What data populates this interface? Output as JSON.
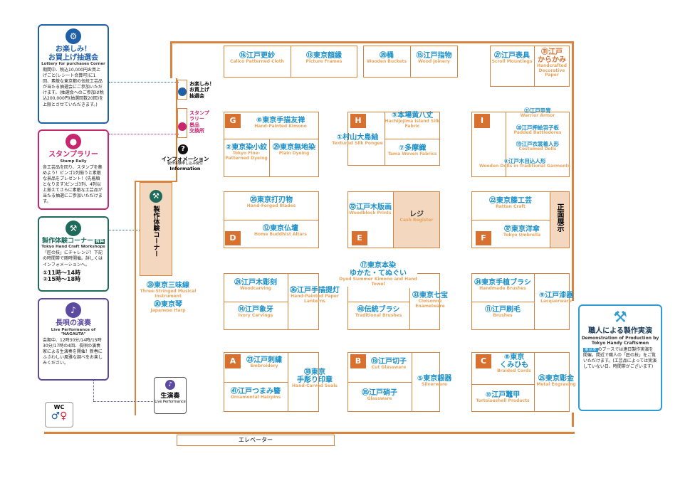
{
  "colors": {
    "wall": "#d9833f",
    "booth_label": "#1a8fc7",
    "booth_en": "#e8a45c",
    "lottery": "#1f5fa8",
    "stamp": "#c8256e",
    "workshop": "#1e6b5c",
    "nagauta": "#5b4aa0",
    "demo": "#2f9bd4",
    "letter_bg": "#d8702f"
  },
  "sidebar": {
    "lottery": {
      "icon": "lottery-drum-icon",
      "title1": "お楽しみ！",
      "title2": "お買上げ抽選会",
      "sub": "Lottery for purchases Corner",
      "body": "期間中、税込10,000円お買上げごと(レシート合算可)に1回、素敵な東京都の伝統工芸品が当たる抽選会にご参加いただけます。(抽選会へのご参加は税込200,000円(抽選回数20回)を上限とさせていただきます。)"
    },
    "stamp": {
      "icon": "stamp-icon",
      "title": "スタンプラリー",
      "sub": "Stamp Rally",
      "body": "各工芸品を回り、スタンプを集めよう！ビンゴ1列揃うと素敵な景品をプレゼント！(先着順となります)ビンゴ3列、4列以上揃えてさらに素敵な工芸品が当たる抽選にご参加いただけます。"
    },
    "workshop": {
      "icon": "hammer-icon",
      "title": "製作体験コーナー",
      "tag": "有料",
      "sub": "Tokyo Hand Craft Workshops",
      "body": "「匠の技」にチャレンジ！下記の時間帯で随時開催。詳しくはインフォメーションへ。",
      "time1": "①11時～14時",
      "time2": "②15時～18時"
    },
    "nagauta": {
      "icon": "music-note-icon",
      "title": "長唄の演奏",
      "sub": "Live Performance of \"NAGAUTA\"",
      "body": "会期中、12時30分/14時/15時30分/17時の4回、長唄の演奏家による生演奏を開催！新春にふさわしい風雅な調べをお楽しみください。"
    },
    "wc": {
      "label": "WC"
    }
  },
  "left_markers": {
    "lottery_label": [
      "お楽しみ！",
      "お買上げ",
      "抽選会"
    ],
    "stamp_label": [
      "スタンプ",
      "ラリー",
      "景品",
      "交換所"
    ],
    "info_label": "インフォメーション",
    "info_sub": "製作体験申し込み受付",
    "info_en": "Information"
  },
  "workshop_area": {
    "label": "製作体験コーナー"
  },
  "live": {
    "label": "生演奏",
    "en": "Live Performance"
  },
  "elevator": {
    "label": "エレベーター"
  },
  "booths": {
    "b16": {
      "jp": "⑯江戸更紗",
      "en": "Calico Patterned Cloth"
    },
    "b13": {
      "jp": "⑬東京額縁",
      "en": "Picture Frames"
    },
    "b39": {
      "jp": "㊴桶",
      "en": "Wooden Buckets"
    },
    "b15": {
      "jp": "⑮江戸指物",
      "en": "Wood Joinery"
    },
    "b27": {
      "jp": "㉗江戸表具",
      "en": "Scroll Mountings"
    },
    "b31": {
      "jp1": "㉛江戸",
      "jp2": "からかみ",
      "en": "Handcrafted Decorative Paper"
    },
    "b6": {
      "jp": "⑥東京手描友禅",
      "en": "Hand-Painted Kimono"
    },
    "b2": {
      "jp": "②東京染小紋",
      "en": "Tokyo Fine-Patterned Dyeing"
    },
    "b29": {
      "jp": "㉙東京無地染",
      "en": "Plain Dyeing"
    },
    "b3": {
      "jp": "③本場黄八丈",
      "en": "Hachijojima Island Silk Fabric"
    },
    "b1": {
      "jp": "①村山大島紬",
      "en": "Textured Silk Pongee"
    },
    "b7": {
      "jp": "⑦多摩織",
      "en": "Tama Woven Fabrics"
    },
    "b21": {
      "jp": "㉑江戸甲冑",
      "en": "Warrior Armor"
    },
    "b20": {
      "jp": "⑳江戸押絵羽子板",
      "en": "Padded Battledores"
    },
    "b19": {
      "jp": "⑲江戸衣裳着人形",
      "en": "Costumed Dolls"
    },
    "b4": {
      "jp": "④江戸木目込人形",
      "en": "Wooden Dolls in Traditional Garments"
    },
    "b26": {
      "jp": "㉖東京打刃物",
      "en": "Hand-Forged Blades"
    },
    "b12": {
      "jp": "⑫東京仏壇",
      "en": "Home Buddhist Altars"
    },
    "b32": {
      "jp": "㉜江戸木版画",
      "en": "Woodblock Prints"
    },
    "register": {
      "jp": "レジ",
      "en": "Cash Register"
    },
    "b22": {
      "jp": "㉒東京籐工芸",
      "en": "Rattan Craft"
    },
    "b37": {
      "jp": "㊲東京洋傘",
      "en": "Tokyo Umbrella"
    },
    "front": {
      "jp": "正面展示"
    },
    "b28": {
      "jp": "㉘東京三味線",
      "en": "Three-Stringed Musical Instrument"
    },
    "b30": {
      "jp": "㉚東京琴",
      "en": "Japanese Harp"
    },
    "b24": {
      "jp": "㉔江戸木彫刻",
      "en": "Woodcarving"
    },
    "b14": {
      "jp": "⑭江戸象牙",
      "en": "Ivory Carvings"
    },
    "b36": {
      "jp": "㊱江戸手描提灯",
      "en": "Hand-Painted Paper Lanterns"
    },
    "b17": {
      "jp1": "⑰東京本染",
      "jp2": "ゆかた・てぬぐい",
      "en": "Dyed Summer Kimono and Hand Towel"
    },
    "b33": {
      "jp": "㉝東京七宝",
      "en": "Cloisonné Enamelware"
    },
    "b40": {
      "jp": "㊵伝統ブラシ",
      "en": "Traditional Brushes"
    },
    "b34": {
      "jp": "㉞東京手植ブラシ",
      "en": "Handmade Brushes"
    },
    "b9": {
      "jp": "⑨江戸漆器",
      "en": "Lacquerware"
    },
    "b11": {
      "jp": "⑪江戸刷毛",
      "en": "Brushes"
    },
    "b23": {
      "jp": "㉓江戸刺繍",
      "en": "Embroidery"
    },
    "b38": {
      "jp1": "㊳東京",
      "jp2": "手彫り印章",
      "en": "Hand-Carved Seals"
    },
    "b41": {
      "jp": "㊶江戸つまみ簪",
      "en": "Ornamental Hairpins"
    },
    "b18": {
      "jp": "⑱江戸切子",
      "en": "Cut Glassware"
    },
    "b5": {
      "jp": "⑤東京銀器",
      "en": "Silverware"
    },
    "b35": {
      "jp": "㉟江戸硝子",
      "en": "Glassware"
    },
    "b8": {
      "jp1": "⑧東京",
      "jp2": "くみひも",
      "en": "Braided Cords"
    },
    "b25": {
      "jp": "㉕東京彫金",
      "en": "Metal Engraving"
    },
    "b10": {
      "jp": "⑩江戸鼈甲",
      "en": "Tortoiseshell Products"
    }
  },
  "letters": [
    "G",
    "H",
    "I",
    "D",
    "E",
    "F",
    "A",
    "B",
    "C"
  ],
  "demo": {
    "icon": "hammer-icon",
    "title": "職人による製作実演",
    "en": "Demonstration of Production by Tokyo Handy Craftsmen",
    "tag": "東京本",
    "body": "のブースでは連日製作実演を開催。間近で職人の「匠の技」をご覧いただけます。(工芸品によっては実演していない日、時間帯がございます)"
  }
}
